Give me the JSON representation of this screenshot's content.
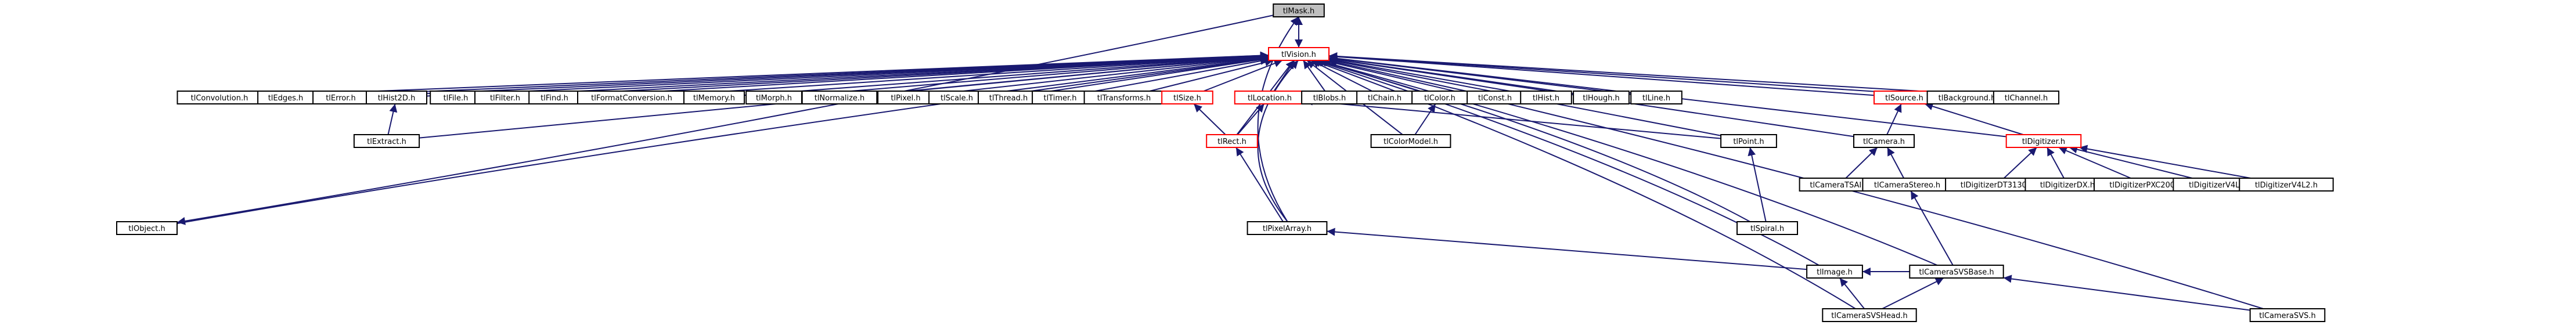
{
  "diagram": {
    "colors": {
      "edge": "#191970",
      "root_fill": "#bfbfbf",
      "border_normal": "#000000",
      "border_highlight": "#ff0000",
      "node_fill": "#ffffff"
    },
    "nodes": [
      {
        "id": "tlMask",
        "label": "tlMask.h",
        "style": "root"
      },
      {
        "id": "tlVision",
        "label": "tlVision.h",
        "style": "highlight"
      },
      {
        "id": "tlConvolution",
        "label": "tlConvolution.h",
        "style": "normal"
      },
      {
        "id": "tlEdges",
        "label": "tlEdges.h",
        "style": "normal"
      },
      {
        "id": "tlError",
        "label": "tlError.h",
        "style": "normal"
      },
      {
        "id": "tlHist2D",
        "label": "tlHist2D.h",
        "style": "normal"
      },
      {
        "id": "tlFile",
        "label": "tlFile.h",
        "style": "normal"
      },
      {
        "id": "tlFilter",
        "label": "tlFilter.h",
        "style": "normal"
      },
      {
        "id": "tlFind",
        "label": "tlFind.h",
        "style": "normal"
      },
      {
        "id": "tlFormatConversion",
        "label": "tlFormatConversion.h",
        "style": "normal"
      },
      {
        "id": "tlMemory",
        "label": "tlMemory.h",
        "style": "normal"
      },
      {
        "id": "tlMorph",
        "label": "tlMorph.h",
        "style": "normal"
      },
      {
        "id": "tlNormalize",
        "label": "tlNormalize.h",
        "style": "normal"
      },
      {
        "id": "tlPixel",
        "label": "tlPixel.h",
        "style": "normal"
      },
      {
        "id": "tlScale",
        "label": "tlScale.h",
        "style": "normal"
      },
      {
        "id": "tlThread",
        "label": "tlThread.h",
        "style": "normal"
      },
      {
        "id": "tlTimer",
        "label": "tlTimer.h",
        "style": "normal"
      },
      {
        "id": "tlTransforms",
        "label": "tlTransforms.h",
        "style": "normal"
      },
      {
        "id": "tlSize",
        "label": "tlSize.h",
        "style": "highlight"
      },
      {
        "id": "tlLocation",
        "label": "tlLocation.h",
        "style": "highlight"
      },
      {
        "id": "tlBlobs",
        "label": "tlBlobs.h",
        "style": "normal"
      },
      {
        "id": "tlChain",
        "label": "tlChain.h",
        "style": "normal"
      },
      {
        "id": "tlColor",
        "label": "tlColor.h",
        "style": "normal"
      },
      {
        "id": "tlConst",
        "label": "tlConst.h",
        "style": "normal"
      },
      {
        "id": "tlHist",
        "label": "tlHist.h",
        "style": "normal"
      },
      {
        "id": "tlHough",
        "label": "tlHough.h",
        "style": "normal"
      },
      {
        "id": "tlLine",
        "label": "tlLine.h",
        "style": "normal"
      },
      {
        "id": "tlSource",
        "label": "tlSource.h",
        "style": "highlight"
      },
      {
        "id": "tlBackground",
        "label": "tlBackground.h",
        "style": "normal"
      },
      {
        "id": "tlChannel",
        "label": "tlChannel.h",
        "style": "normal"
      },
      {
        "id": "tlExtract",
        "label": "tlExtract.h",
        "style": "normal"
      },
      {
        "id": "tlRect",
        "label": "tlRect.h",
        "style": "highlight"
      },
      {
        "id": "tlColorModel",
        "label": "tlColorModel.h",
        "style": "normal"
      },
      {
        "id": "tlPoint",
        "label": "tlPoint.h",
        "style": "normal"
      },
      {
        "id": "tlCamera",
        "label": "tlCamera.h",
        "style": "normal"
      },
      {
        "id": "tlDigitizer",
        "label": "tlDigitizer.h",
        "style": "highlight"
      },
      {
        "id": "tlCameraTSAI",
        "label": "tlCameraTSAI.h",
        "style": "normal"
      },
      {
        "id": "tlCameraStereo",
        "label": "tlCameraStereo.h",
        "style": "normal"
      },
      {
        "id": "tlDigitizerDT3130",
        "label": "tlDigitizerDT3130.h",
        "style": "normal"
      },
      {
        "id": "tlDigitizerDX",
        "label": "tlDigitizerDX.h",
        "style": "normal"
      },
      {
        "id": "tlDigitizerPXC200",
        "label": "tlDigitizerPXC200.h",
        "style": "normal"
      },
      {
        "id": "tlDigitizerV4L",
        "label": "tlDigitizerV4L.h",
        "style": "normal"
      },
      {
        "id": "tlDigitizerV4L2",
        "label": "tlDigitizerV4L2.h",
        "style": "normal"
      },
      {
        "id": "tlPixelArray",
        "label": "tlPixelArray.h",
        "style": "normal"
      },
      {
        "id": "tlSpiral",
        "label": "tlSpiral.h",
        "style": "normal"
      },
      {
        "id": "tlObject",
        "label": "tlObject.h",
        "style": "normal"
      },
      {
        "id": "tlImage",
        "label": "tlImage.h",
        "style": "normal"
      },
      {
        "id": "tlCameraSVSBase",
        "label": "tlCameraSVSBase.h",
        "style": "normal"
      },
      {
        "id": "tlCameraSVSHead",
        "label": "tlCameraSVSHead.h",
        "style": "normal"
      },
      {
        "id": "tlCameraSVS",
        "label": "tlCameraSVS.h",
        "style": "normal"
      }
    ],
    "edges": [
      {
        "from": "tlMask",
        "to": "tlVision"
      },
      {
        "from": "tlMask",
        "to": "tlObject"
      },
      {
        "from": "tlVision",
        "to": "tlMask"
      },
      {
        "from": "tlConvolution",
        "to": "tlVision"
      },
      {
        "from": "tlEdges",
        "to": "tlVision"
      },
      {
        "from": "tlError",
        "to": "tlVision"
      },
      {
        "from": "tlHist2D",
        "to": "tlVision"
      },
      {
        "from": "tlFile",
        "to": "tlVision"
      },
      {
        "from": "tlFilter",
        "to": "tlVision"
      },
      {
        "from": "tlFind",
        "to": "tlVision"
      },
      {
        "from": "tlFormatConversion",
        "to": "tlVision"
      },
      {
        "from": "tlMemory",
        "to": "tlVision"
      },
      {
        "from": "tlMorph",
        "to": "tlVision"
      },
      {
        "from": "tlNormalize",
        "to": "tlVision"
      },
      {
        "from": "tlPixel",
        "to": "tlVision"
      },
      {
        "from": "tlScale",
        "to": "tlVision"
      },
      {
        "from": "tlThread",
        "to": "tlVision"
      },
      {
        "from": "tlTimer",
        "to": "tlVision"
      },
      {
        "from": "tlTransforms",
        "to": "tlVision"
      },
      {
        "from": "tlSize",
        "to": "tlVision"
      },
      {
        "from": "tlLocation",
        "to": "tlVision"
      },
      {
        "from": "tlBlobs",
        "to": "tlVision"
      },
      {
        "from": "tlChain",
        "to": "tlVision"
      },
      {
        "from": "tlColor",
        "to": "tlVision"
      },
      {
        "from": "tlConst",
        "to": "tlVision"
      },
      {
        "from": "tlHist",
        "to": "tlVision"
      },
      {
        "from": "tlHough",
        "to": "tlVision"
      },
      {
        "from": "tlLine",
        "to": "tlVision"
      },
      {
        "from": "tlSource",
        "to": "tlVision"
      },
      {
        "from": "tlBackground",
        "to": "tlVision"
      },
      {
        "from": "tlChannel",
        "to": "tlVision"
      },
      {
        "from": "tlExtract",
        "to": "tlVision"
      },
      {
        "from": "tlExtract",
        "to": "tlHist2D"
      },
      {
        "from": "tlRect",
        "to": "tlVision"
      },
      {
        "from": "tlRect",
        "to": "tlSize"
      },
      {
        "from": "tlRect",
        "to": "tlLocation"
      },
      {
        "from": "tlColorModel",
        "to": "tlVision"
      },
      {
        "from": "tlColorModel",
        "to": "tlColor"
      },
      {
        "from": "tlPoint",
        "to": "tlVision"
      },
      {
        "from": "tlPoint",
        "to": "tlLocation"
      },
      {
        "from": "tlCamera",
        "to": "tlVision"
      },
      {
        "from": "tlCamera",
        "to": "tlSource"
      },
      {
        "from": "tlDigitizer",
        "to": "tlVision"
      },
      {
        "from": "tlDigitizer",
        "to": "tlSource"
      },
      {
        "from": "tlCameraTSAI",
        "to": "tlCamera"
      },
      {
        "from": "tlCameraStereo",
        "to": "tlCamera"
      },
      {
        "from": "tlDigitizerDT3130",
        "to": "tlDigitizer"
      },
      {
        "from": "tlDigitizerDX",
        "to": "tlDigitizer"
      },
      {
        "from": "tlDigitizerPXC200",
        "to": "tlDigitizer"
      },
      {
        "from": "tlDigitizerV4L",
        "to": "tlDigitizer"
      },
      {
        "from": "tlDigitizerV4L2",
        "to": "tlDigitizer"
      },
      {
        "from": "tlPixelArray",
        "to": "tlVision"
      },
      {
        "from": "tlPixelArray",
        "to": "tlRect"
      },
      {
        "from": "tlPixelArray",
        "to": "tlMask"
      },
      {
        "from": "tlSpiral",
        "to": "tlVision"
      },
      {
        "from": "tlSpiral",
        "to": "tlPoint"
      },
      {
        "from": "tlObject",
        "to": "tlVision"
      },
      {
        "from": "tlImage",
        "to": "tlVision"
      },
      {
        "from": "tlImage",
        "to": "tlPixelArray"
      },
      {
        "from": "tlCameraSVSBase",
        "to": "tlVision"
      },
      {
        "from": "tlCameraSVSBase",
        "to": "tlImage"
      },
      {
        "from": "tlCameraSVSBase",
        "to": "tlCameraStereo"
      },
      {
        "from": "tlCameraSVSHead",
        "to": "tlVision"
      },
      {
        "from": "tlCameraSVSHead",
        "to": "tlImage"
      },
      {
        "from": "tlCameraSVSHead",
        "to": "tlCameraSVSBase"
      },
      {
        "from": "tlCameraSVS",
        "to": "tlVision"
      },
      {
        "from": "tlCameraSVS",
        "to": "tlCameraSVSBase"
      }
    ]
  }
}
